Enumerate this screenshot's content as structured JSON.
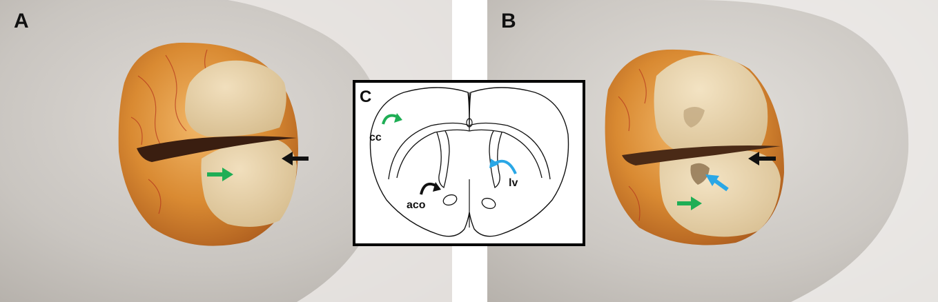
{
  "panels": {
    "a": {
      "letter": "A"
    },
    "b": {
      "letter": "B"
    },
    "c": {
      "letter": "C",
      "labels": {
        "cc": "cc",
        "lv": "lv",
        "aco": "aco"
      }
    }
  },
  "colors": {
    "background_surface": "#cfccc8",
    "brain_tissue": "#e7c79a",
    "brain_surface": "#d9913a",
    "arrow_black": "#111111",
    "arrow_green": "#1fae55",
    "arrow_blue": "#2aa7e6",
    "diagram_border": "#000000"
  }
}
